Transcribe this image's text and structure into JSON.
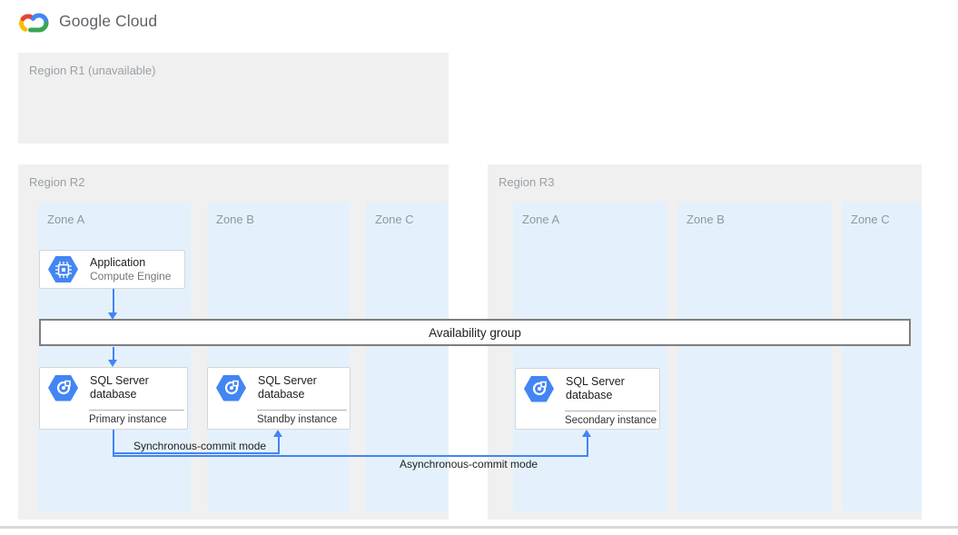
{
  "header": {
    "brand": "Google Cloud"
  },
  "regions": [
    {
      "label": "Region R1 (unavailable)",
      "zones": []
    },
    {
      "label": "Region R2",
      "zones": [
        "Zone A",
        "Zone B",
        "Zone C"
      ]
    },
    {
      "label": "Region R3",
      "zones": [
        "Zone A",
        "Zone B",
        "Zone C"
      ]
    }
  ],
  "cards": {
    "application": {
      "title": "Application",
      "subtitle": "Compute Engine",
      "icon": "compute-engine-icon"
    },
    "sql_primary": {
      "title": "SQL Server database",
      "instance": "Primary instance",
      "icon": "sql-server-icon"
    },
    "sql_standby": {
      "title": "SQL Server database",
      "instance": "Standby instance",
      "icon": "sql-server-icon"
    },
    "sql_secondary": {
      "title": "SQL Server database",
      "instance": "Secondary instance",
      "icon": "sql-server-icon"
    }
  },
  "availability_group": {
    "label": "Availability group"
  },
  "connections": {
    "sync_label": "Synchronous-commit mode",
    "async_label": "Asynchronous-commit mode"
  },
  "colors": {
    "arrow_blue": "#4285f4",
    "icon_blue": "#4285f4",
    "zone_fill": "#e4f1fc",
    "region_fill": "#f0f0f0",
    "logo_red": "#ea4335",
    "logo_blue": "#4285f4",
    "logo_yellow": "#fbbc05",
    "logo_green": "#34a853"
  }
}
